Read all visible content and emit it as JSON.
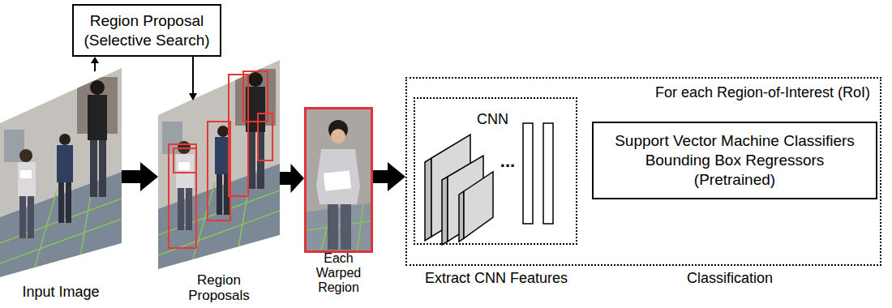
{
  "diagram": {
    "nodes": [
      {
        "text": [
          "Region Proposal (Selective Search)"
        ]
      },
      {
        "text": [
          "Input Image"
        ]
      },
      {
        "text": [
          "Region Proposals"
        ]
      },
      {
        "text": [
          "Each Warped Region"
        ]
      },
      {
        "text": [
          "For each Region-of-Interest (RoI)"
        ]
      },
      {
        "text": [
          "CNN"
        ],
        "in": 4
      },
      {
        "text": [
          "Support Vector Machine Classifiers Bounding Box Regressors (Pretrained)"
        ],
        "in": 4
      }
    ],
    "edges": [
      {
        "from": 1,
        "to": 0,
        "arrow": "to"
      },
      {
        "from": 0,
        "to": 2,
        "arrow": "to"
      },
      {
        "from": 1,
        "to": 2,
        "arrow": "to"
      },
      {
        "from": 2,
        "to": 3,
        "arrow": "to"
      },
      {
        "from": 3,
        "to": 4,
        "arrow": "to"
      }
    ],
    "labels": [
      "...",
      "Extract CNN Features",
      "Classification"
    ]
  }
}
